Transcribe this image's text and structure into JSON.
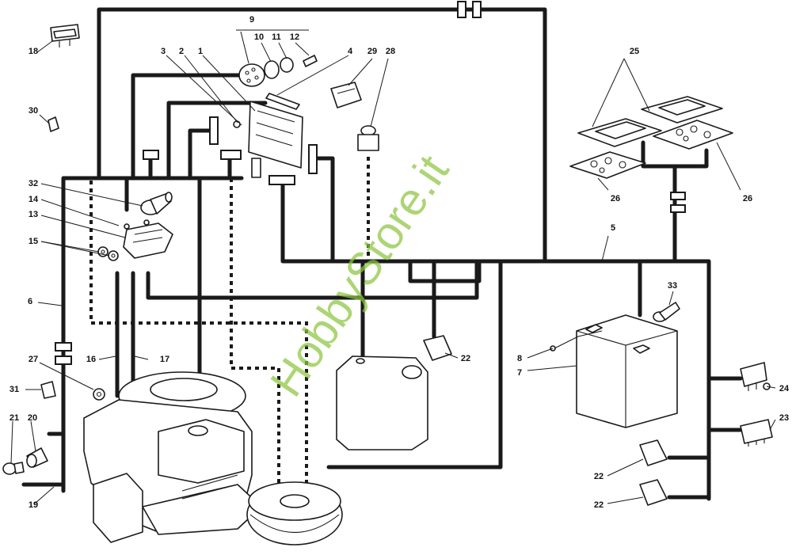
{
  "watermark": "HobbyStore.it",
  "callouts": [
    {
      "id": "c1",
      "text": "1"
    },
    {
      "id": "c2",
      "text": "2"
    },
    {
      "id": "c3",
      "text": "3"
    },
    {
      "id": "c4",
      "text": "4"
    },
    {
      "id": "c5",
      "text": "5"
    },
    {
      "id": "c6",
      "text": "6"
    },
    {
      "id": "c7",
      "text": "7"
    },
    {
      "id": "c8",
      "text": "8"
    },
    {
      "id": "c9",
      "text": "9"
    },
    {
      "id": "c10",
      "text": "10"
    },
    {
      "id": "c11",
      "text": "11"
    },
    {
      "id": "c12",
      "text": "12"
    },
    {
      "id": "c13",
      "text": "13"
    },
    {
      "id": "c14",
      "text": "14"
    },
    {
      "id": "c15",
      "text": "15"
    },
    {
      "id": "c16",
      "text": "16"
    },
    {
      "id": "c17",
      "text": "17"
    },
    {
      "id": "c18",
      "text": "18"
    },
    {
      "id": "c19",
      "text": "19"
    },
    {
      "id": "c20",
      "text": "20"
    },
    {
      "id": "c21",
      "text": "21"
    },
    {
      "id": "c22a",
      "text": "22"
    },
    {
      "id": "c22b",
      "text": "22"
    },
    {
      "id": "c22c",
      "text": "22"
    },
    {
      "id": "c23",
      "text": "23"
    },
    {
      "id": "c24",
      "text": "24"
    },
    {
      "id": "c25",
      "text": "25"
    },
    {
      "id": "c26a",
      "text": "26"
    },
    {
      "id": "c26b",
      "text": "26"
    },
    {
      "id": "c27",
      "text": "27"
    },
    {
      "id": "c28",
      "text": "28"
    },
    {
      "id": "c29",
      "text": "29"
    },
    {
      "id": "c30",
      "text": "30"
    },
    {
      "id": "c31",
      "text": "31"
    },
    {
      "id": "c32",
      "text": "32"
    },
    {
      "id": "c33",
      "text": "33"
    }
  ]
}
